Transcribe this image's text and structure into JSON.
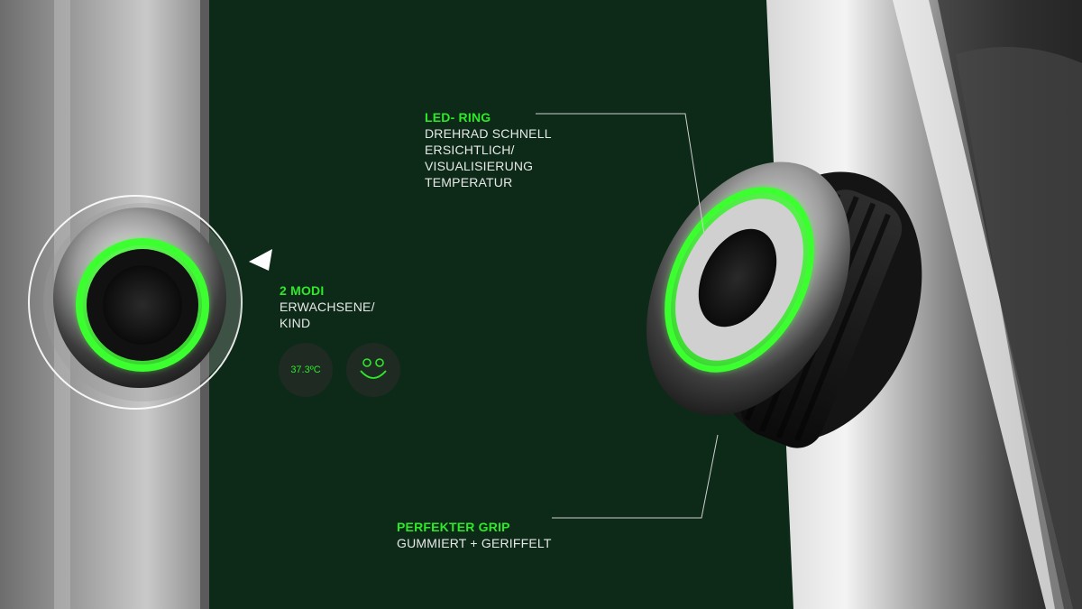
{
  "callouts": {
    "led": {
      "heading": "LED- RING",
      "lines": [
        "DREHRAD SCHNELL",
        "ERSICHTLICH/",
        "VISUALISIERUNG",
        "TEMPERATUR"
      ]
    },
    "modes": {
      "heading": "2 MODI",
      "lines": [
        "ERWACHSENE/",
        "KIND"
      ]
    },
    "grip": {
      "heading": "PERFEKTER GRIP",
      "lines": [
        "GUMMIERT + GERIFFELT"
      ]
    }
  },
  "mode_icons": {
    "temperature": "37.3ºC",
    "child_icon": "smiley-face-icon"
  },
  "colors": {
    "background": "#0c2a17",
    "led_green": "#2ee82a",
    "text": "#e8e8e8"
  }
}
